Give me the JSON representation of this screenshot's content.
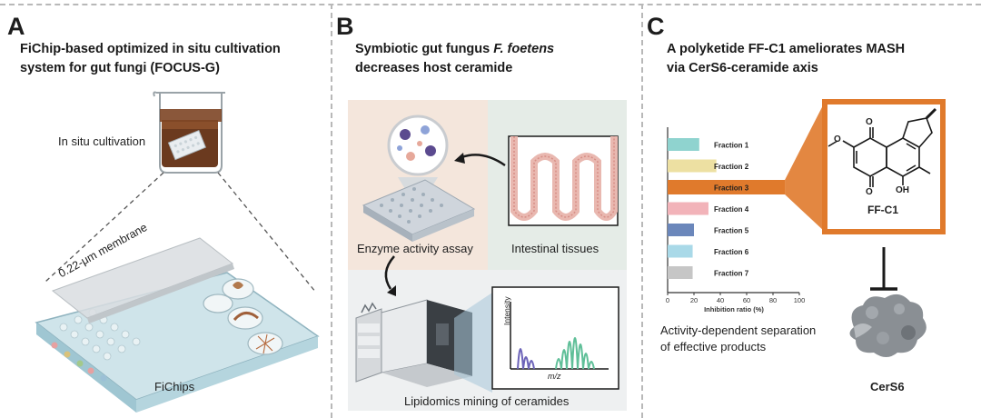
{
  "panelA": {
    "letter": "A",
    "title_line1": "FiChip-based optimized in situ cultivation",
    "title_line2": "system for gut fungi (FOCUS-G)",
    "label_cultivation": "In situ cultivation",
    "label_membrane": "0.22-μm membrane",
    "label_fichips": "FiChips"
  },
  "panelB": {
    "letter": "B",
    "title_line1_pre": "Symbiotic gut fungus ",
    "title_line1_italic": "F. foetens",
    "title_line2": "decreases host ceramide",
    "label_enzyme": "Enzyme activity assay",
    "label_intestinal": "Intestinal tissues",
    "label_lipidomics": "Lipidomics mining of ceramides",
    "spectrum_ylabel": "Intensity",
    "spectrum_xlabel": "m/z"
  },
  "panelC": {
    "letter": "C",
    "title_line1": "A polyketide FF-C1 ameliorates MASH",
    "title_line2": "via CerS6-ceramide axis",
    "compound_name": "FF-C1",
    "compound_oh": "OH",
    "compound_o1": "O",
    "compound_o2": "O",
    "caption_line1": "Activity-dependent separation",
    "caption_line2": "of effective products",
    "protein_name": "CerS6"
  },
  "chart_data": {
    "type": "bar",
    "orientation": "horizontal",
    "categories": [
      "Fraction 1",
      "Fraction 2",
      "Fraction 3",
      "Fraction 4",
      "Fraction 5",
      "Fraction 6",
      "Fraction 7"
    ],
    "values": [
      24,
      37,
      89,
      31,
      20,
      19,
      19
    ],
    "colors": [
      "#8fd3cf",
      "#ede0a2",
      "#e07a2c",
      "#f2b3b9",
      "#6b87bb",
      "#a9d9e8",
      "#c6c6c6"
    ],
    "highlight_index": 2,
    "xlim": [
      0,
      100
    ],
    "xticks": [
      0,
      20,
      40,
      60,
      80,
      100
    ],
    "xlabel": "Inhibition ratio (%)",
    "title": "",
    "ylabel": ""
  }
}
